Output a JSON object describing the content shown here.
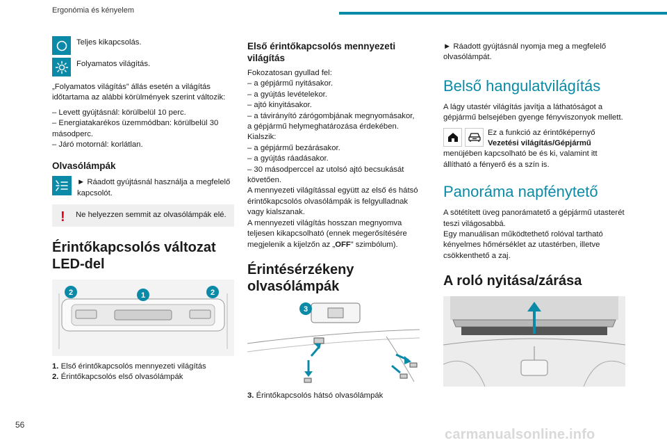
{
  "header": {
    "section": "Ergonómia és kényelem",
    "accent": "#0b8aa8"
  },
  "page_number": "56",
  "watermark": "carmanualsonline.info",
  "col1": {
    "icon_off_text": "Teljes kikapcsolás.",
    "icon_on_text": "Folyamatos világítás.",
    "para1": "„Folyamatos világítás” állás esetén a világítás időtartama az alábbi körülmények szerint változik:",
    "list": [
      "–  Levett gyújtásnál: körülbelül 10 perc.",
      "–  Energiatakarékos üzemmódban: körülbelül 30 másodperc.",
      "–  Járó motornál: korlátlan."
    ],
    "reading_title": "Olvasólámpák",
    "reading_text": "► Ráadott gyújtásnál használja a megfelelő kapcsolót.",
    "warning": "Ne helyezzen semmit az olvasólámpák elé.",
    "led_title": "Érintőkapcsolós változat LED-del",
    "captions": [
      {
        "num": "1.",
        "text": "Első érintőkapcsolós mennyezeti világítás"
      },
      {
        "num": "2.",
        "text": "Érintőkapcsolós első olvasólámpák"
      }
    ],
    "callouts": [
      "2",
      "1",
      "2"
    ]
  },
  "col2": {
    "title": "Első érintőkapcsolós mennyezeti világítás",
    "para_intro": "Fokozatosan gyullad fel:",
    "list_on": [
      "–  a gépjármű nyitásakor.",
      "–  a gyújtás levételekor.",
      "–  ajtó kinyitásakor.",
      "–  a távirányító zárógombjának megnyomásakor, a gépjármű helymeghatározása érdekében."
    ],
    "para_off": "Kialszik:",
    "list_off": [
      "–  a gépjármű bezárásakor.",
      "–  a gyújtás ráadásakor.",
      "–  30 másodperccel az utolsó ajtó becsukását követően."
    ],
    "para_a": "A mennyezeti világítással együtt az első és hátsó érintőkapcsolós olvasólámpák is felgyulladnak vagy kialszanak.",
    "para_b_pre": "A mennyezeti világítás hosszan megnyomva teljesen kikapcsolható (ennek megerősítésére megjelenik a kijelzőn az „",
    "para_b_bold": "OFF",
    "para_b_post": "” szimbólum).",
    "touch_title": "Érintésérzékeny olvasólámpák",
    "callout": "3",
    "caption_num": "3.",
    "caption_text": "Érintőkapcsolós hátsó olvasólámpák"
  },
  "col3": {
    "para_top": "► Ráadott gyújtásnál nyomja meg a megfelelő olvasólámpát.",
    "ambient_title": "Belső hangulatvilágítás",
    "ambient_para": "A lágy utastér világítás javítja a láthatóságot a gépjármű belsejében gyenge fényviszonyok mellett.",
    "ambient_func_pre": "Ez a funkció az érintőképernyő",
    "ambient_func_bold": "Vezetési világítás/Gépjármű",
    "ambient_func_post": "menüjében kapcsolható be és ki, valamint itt állítható a fényerő és a szín is.",
    "roof_title": "Panoráma napfénytető",
    "roof_para1": "A sötétített üveg panorámatető a gépjármű utasterét teszi világosabbá.",
    "roof_para2": "Egy manuálisan működtethető rolóval tartható kényelmes hőmérséklet az utastérben, illetve csökkenthető a zaj.",
    "roller_title": "A roló nyitása/zárása"
  }
}
